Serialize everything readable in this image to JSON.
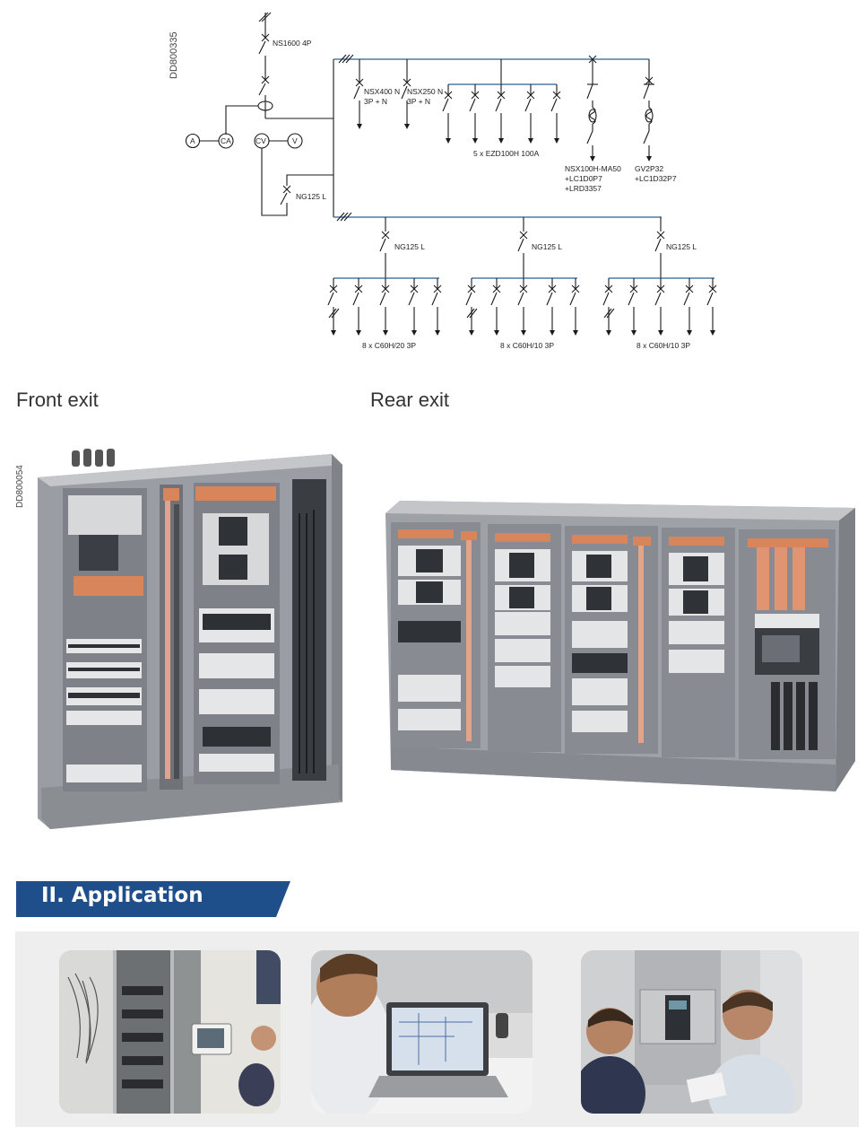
{
  "schematic": {
    "code": "DD800335",
    "main_breaker": "NS1600 4P",
    "meters": [
      "A",
      "CA",
      "CV",
      "V"
    ],
    "aux_breaker": "NG125 L",
    "outgoing_1": {
      "name": "NSX400 N",
      "spec": "3P + N"
    },
    "outgoing_2": {
      "name": "NSX250 N",
      "spec": "3P + N"
    },
    "ezd_group": "5 x EZD100H 100A",
    "motor_1": [
      "NSX100H-MA50",
      "+LC1D0P7",
      "+LRD3357"
    ],
    "motor_2": [
      "GV2P32",
      "+LC1D32P7"
    ],
    "sub_feeders": [
      "NG125 L",
      "NG125 L",
      "NG125 L"
    ],
    "group_labels": [
      "8 x C60H/20 3P",
      "8 x C60H/10 3P",
      "8 x C60H/10 3P"
    ]
  },
  "cabinets": {
    "front_title": "Front exit",
    "rear_title": "Rear exit",
    "code": "DD800054"
  },
  "application": {
    "title": "II. Application",
    "banner_color": "#1f4f8a"
  },
  "photos": [
    {
      "name": "technician-at-switchboard-photo"
    },
    {
      "name": "engineer-with-laptop-photo"
    },
    {
      "name": "engineers-discussing-panel-photo"
    }
  ]
}
